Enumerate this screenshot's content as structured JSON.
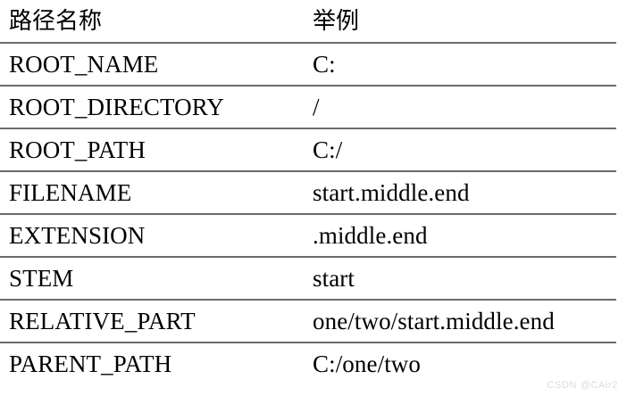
{
  "table": {
    "columns": [
      {
        "key": "name",
        "header": "路径名称"
      },
      {
        "key": "value",
        "header": "举例"
      }
    ],
    "rows": [
      {
        "name": "ROOT_NAME",
        "value": "C:"
      },
      {
        "name": "ROOT_DIRECTORY",
        "value": "/"
      },
      {
        "name": "ROOT_PATH",
        "value": "C:/"
      },
      {
        "name": "FILENAME",
        "value": "start.middle.end"
      },
      {
        "name": "EXTENSION",
        "value": ".middle.end"
      },
      {
        "name": "STEM",
        "value": "start"
      },
      {
        "name": "RELATIVE_PART",
        "value": "one/two/start.middle.end"
      },
      {
        "name": "PARENT_PATH",
        "value": "C:/one/two"
      }
    ]
  },
  "watermark": {
    "text": "CSDN @CAir2"
  },
  "colors": {
    "background": "#ffffff",
    "text": "#000000",
    "rule": "#6b6b6b",
    "watermark": "#dcdcdc"
  }
}
